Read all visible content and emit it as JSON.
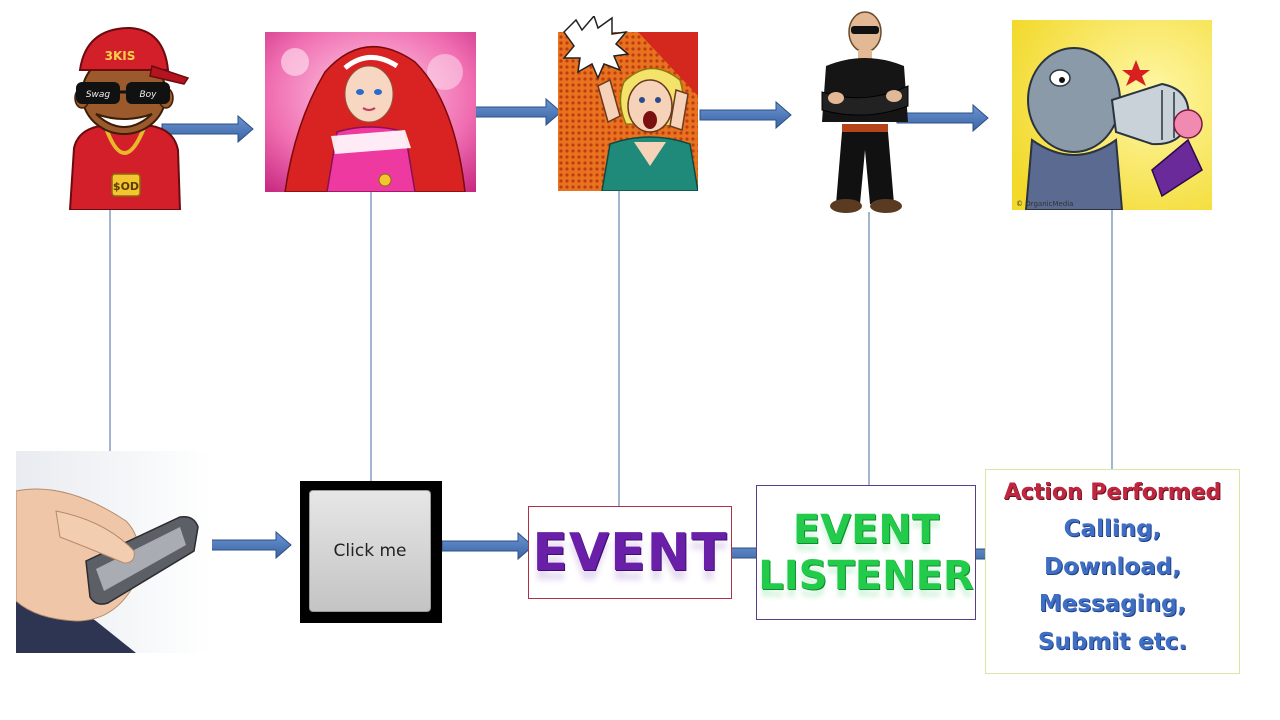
{
  "diagram": {
    "button_label": "Click me",
    "event_label": "EVENT",
    "listener_lines": [
      "EVENT",
      "LISTENER"
    ],
    "action": {
      "title": "Action Performed",
      "items": [
        "Calling,",
        "Download,",
        "Messaging,",
        "Submit etc."
      ]
    }
  },
  "illustration_text": {
    "rapper_cap": "3KIS",
    "rapper_glasses": [
      "Swag",
      "Boy"
    ],
    "rapper_pendant": "$OD",
    "punch_credit": "© OrganicMedia"
  },
  "colors": {
    "arrow_fill": "#4a76b8",
    "arrow_stroke": "#2d4f86",
    "connector": "#6f8fb3",
    "event_text": "#6a1fa8",
    "listener_text": "#22cc4a",
    "action_title": "#c0263e",
    "action_items": "#3f6fc4"
  }
}
